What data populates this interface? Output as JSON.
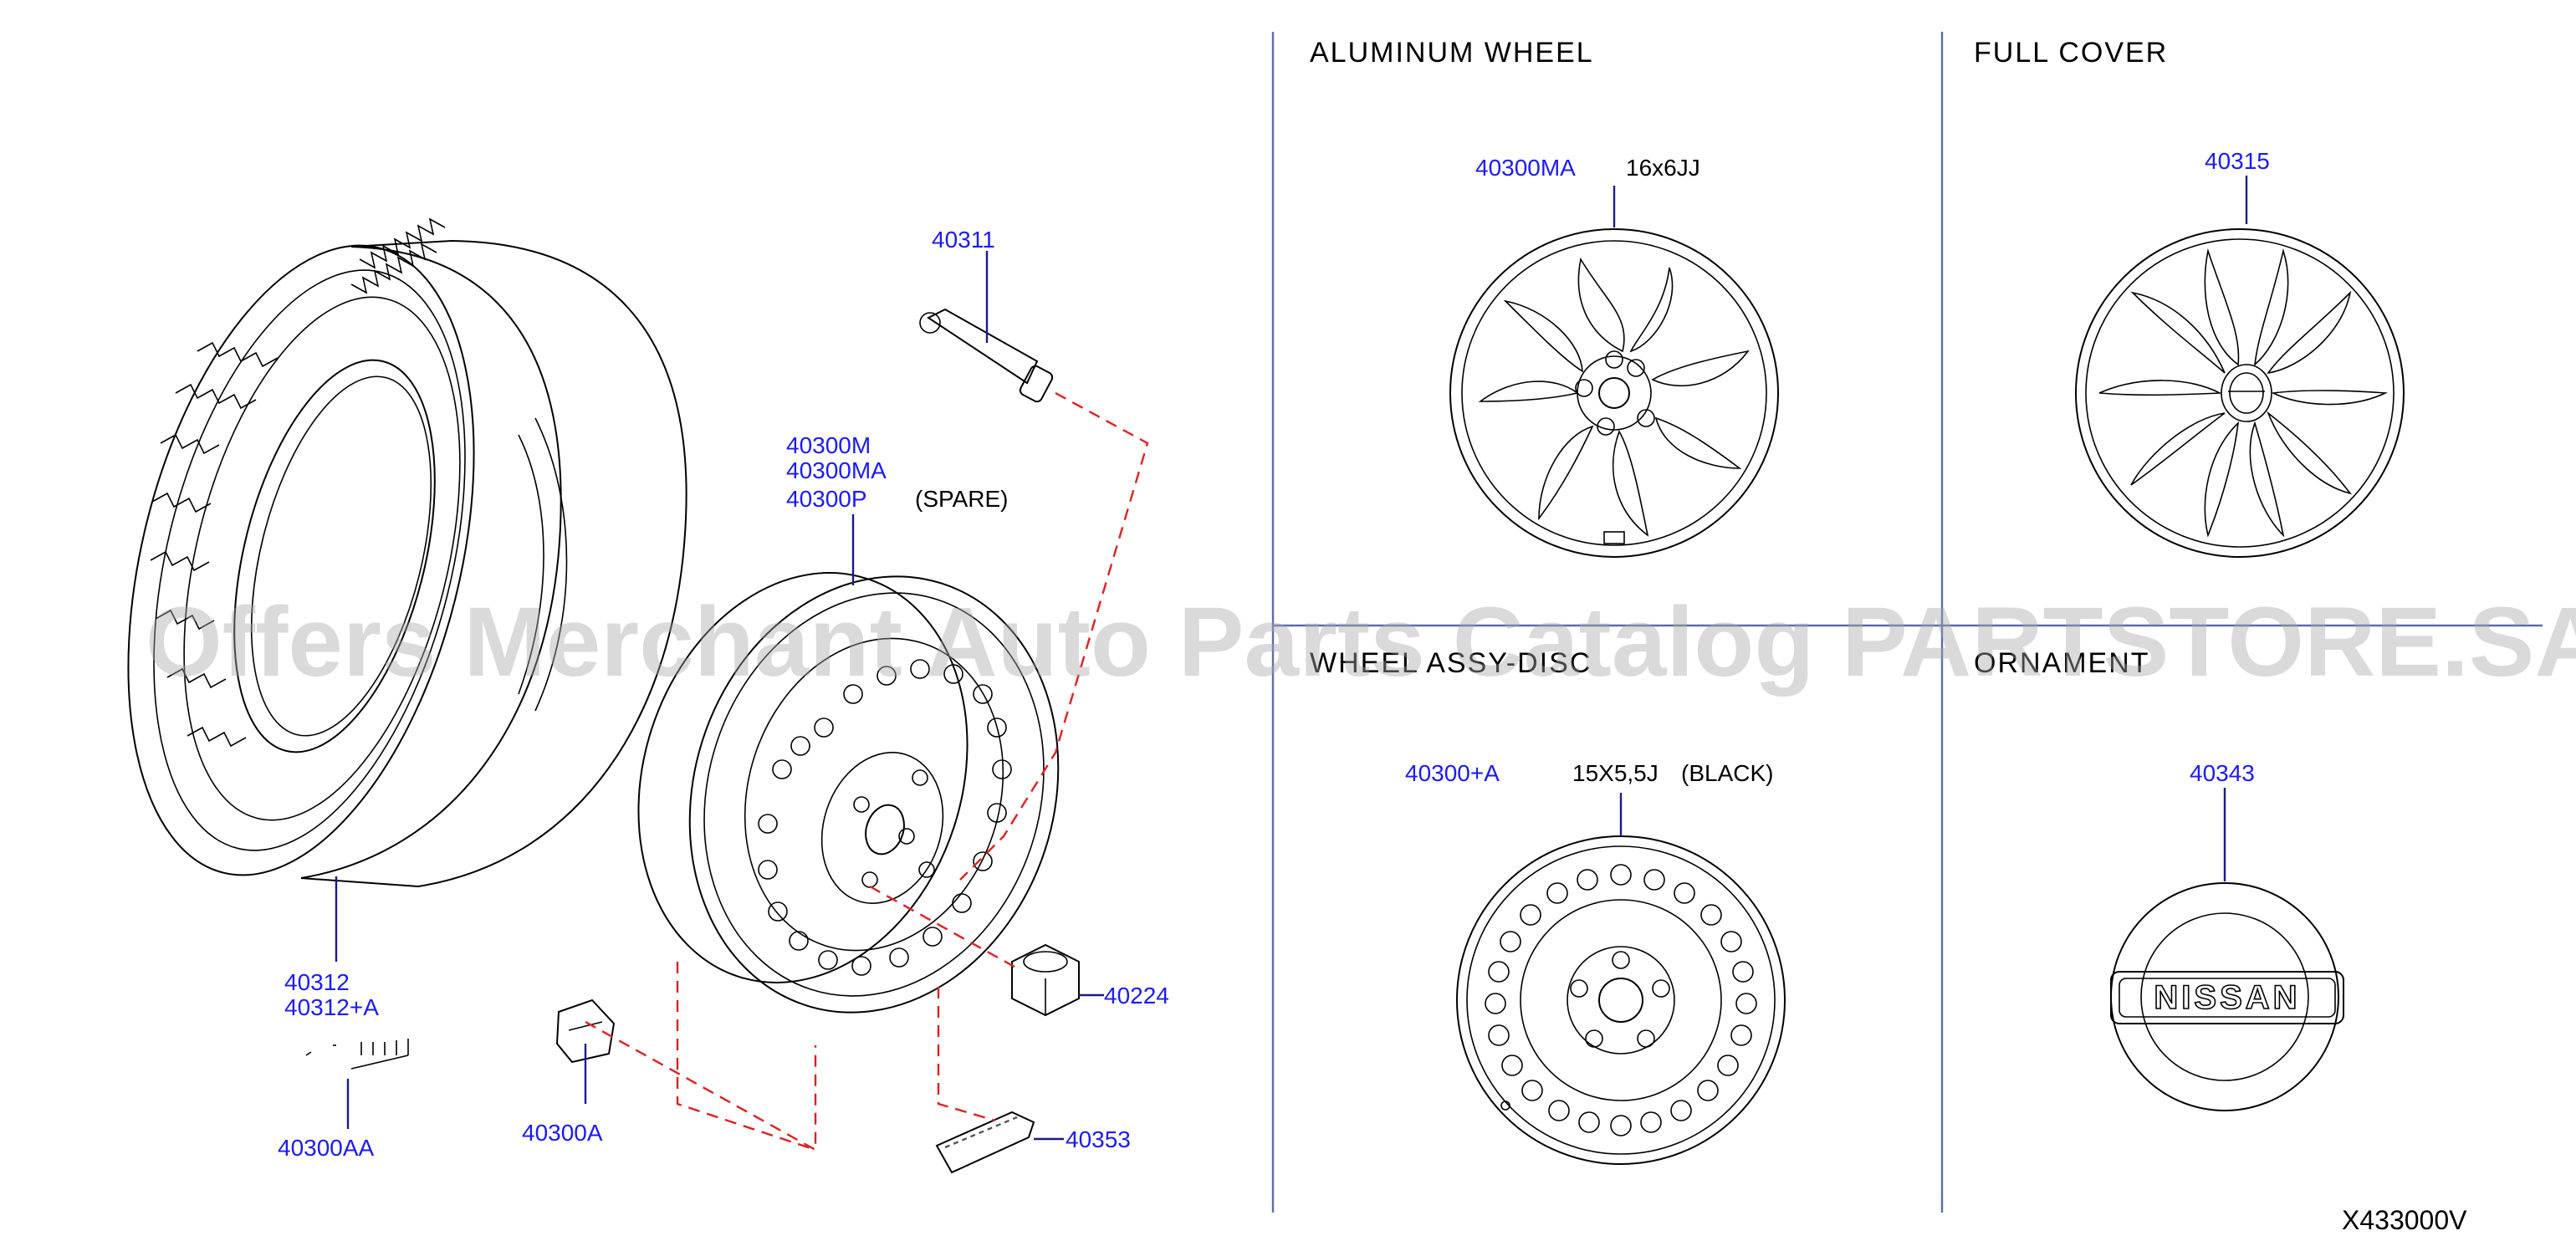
{
  "sections": {
    "aluminum_wheel": "ALUMINUM WHEEL",
    "full_cover": "FULL COVER",
    "wheel_assy_disc": "WHEEL ASSY-DISC",
    "ornament": "ORNAMENT"
  },
  "parts": {
    "valve": "40311",
    "wheel_1": "40300M",
    "wheel_2": "40300MA",
    "wheel_3": "40300P",
    "spare_note": "(SPARE)",
    "tire_1": "40312",
    "tire_2": "40312+A",
    "weight": "40300AA",
    "sensor": "40300A",
    "nut": "40224",
    "label": "40353",
    "alu_wheel": "40300MA",
    "alu_size": "16x6JJ",
    "full_cover": "40315",
    "disc_wheel": "40300+A",
    "disc_size": "15X5,5J",
    "disc_color": "(BLACK)",
    "ornament": "40343"
  },
  "ornament_logo": "NISSAN",
  "diagram_code": "X433000V",
  "watermark": "Offers Merchant Auto Parts Catalog PARTSTORE.SA",
  "colors": {
    "part_number": "#1a1aff",
    "leader_dash": "#e02020",
    "divider": "#5a6ea8"
  }
}
